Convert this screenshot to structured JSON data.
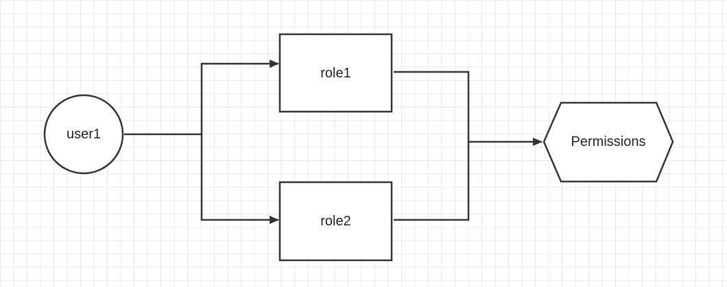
{
  "diagram": {
    "nodes": {
      "user": {
        "label": "user1",
        "shape": "circle"
      },
      "role1": {
        "label": "role1",
        "shape": "rectangle"
      },
      "role2": {
        "label": "role2",
        "shape": "rectangle"
      },
      "permissions": {
        "label": "Permissions",
        "shape": "hexagon"
      }
    },
    "edges": [
      {
        "from": "user1",
        "to": "role1"
      },
      {
        "from": "user1",
        "to": "role2"
      },
      {
        "from": "role1",
        "to": "Permissions"
      },
      {
        "from": "role2",
        "to": "Permissions"
      }
    ],
    "colors": {
      "stroke": "#333333",
      "node_fill": "#ffffff",
      "text": "#222222",
      "grid": "#e9e9e9"
    }
  }
}
